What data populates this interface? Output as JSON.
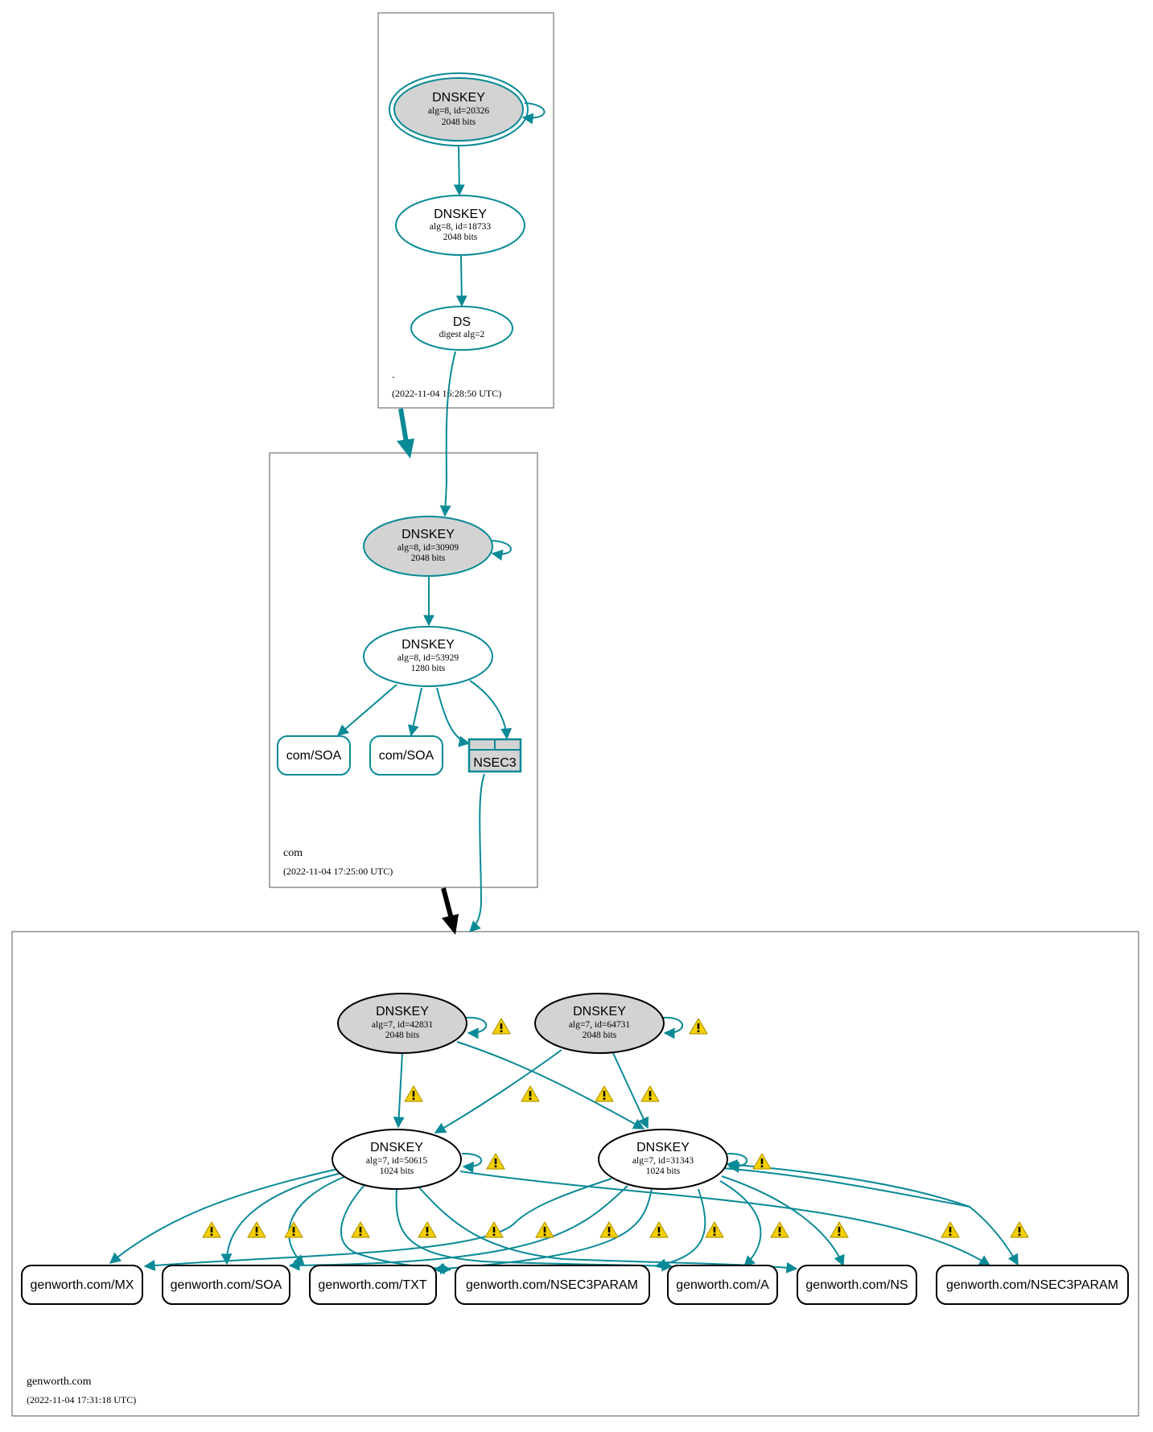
{
  "zones": {
    "root": {
      "name": ".",
      "date": "(2022-11-04 16:28:50 UTC)"
    },
    "com": {
      "name": "com",
      "date": "(2022-11-04 17:25:00 UTC)"
    },
    "genworth": {
      "name": "genworth.com",
      "date": "(2022-11-04 17:31:18 UTC)"
    }
  },
  "nodes": {
    "root_ksk": {
      "title": "DNSKEY",
      "line1": "alg=8, id=20326",
      "line2": "2048 bits"
    },
    "root_zsk": {
      "title": "DNSKEY",
      "line1": "alg=8, id=18733",
      "line2": "2048 bits"
    },
    "root_ds": {
      "title": "DS",
      "line1": "digest alg=2"
    },
    "com_ksk": {
      "title": "DNSKEY",
      "line1": "alg=8, id=30909",
      "line2": "2048 bits"
    },
    "com_zsk": {
      "title": "DNSKEY",
      "line1": "alg=8, id=53929",
      "line2": "1280 bits"
    },
    "com_soa1": {
      "label": "com/SOA"
    },
    "com_soa2": {
      "label": "com/SOA"
    },
    "com_nsec3": {
      "label": "NSEC3"
    },
    "gw_ksk1": {
      "title": "DNSKEY",
      "line1": "alg=7, id=42831",
      "line2": "2048 bits"
    },
    "gw_ksk2": {
      "title": "DNSKEY",
      "line1": "alg=7, id=64731",
      "line2": "2048 bits"
    },
    "gw_zsk1": {
      "title": "DNSKEY",
      "line1": "alg=7, id=50615",
      "line2": "1024 bits"
    },
    "gw_zsk2": {
      "title": "DNSKEY",
      "line1": "alg=7, id=31343",
      "line2": "1024 bits"
    },
    "gw_mx": {
      "label": "genworth.com/MX"
    },
    "gw_soa": {
      "label": "genworth.com/SOA"
    },
    "gw_txt": {
      "label": "genworth.com/TXT"
    },
    "gw_nsec3param1": {
      "label": "genworth.com/NSEC3PARAM"
    },
    "gw_a": {
      "label": "genworth.com/A"
    },
    "gw_ns": {
      "label": "genworth.com/NS"
    },
    "gw_nsec3param2": {
      "label": "genworth.com/NSEC3PARAM"
    }
  },
  "colors": {
    "edge": "#0a8a96",
    "key_fill": "#d3d3d3",
    "warning": "#f5d000"
  },
  "icons": {
    "warning": "warning-triangle-icon"
  }
}
